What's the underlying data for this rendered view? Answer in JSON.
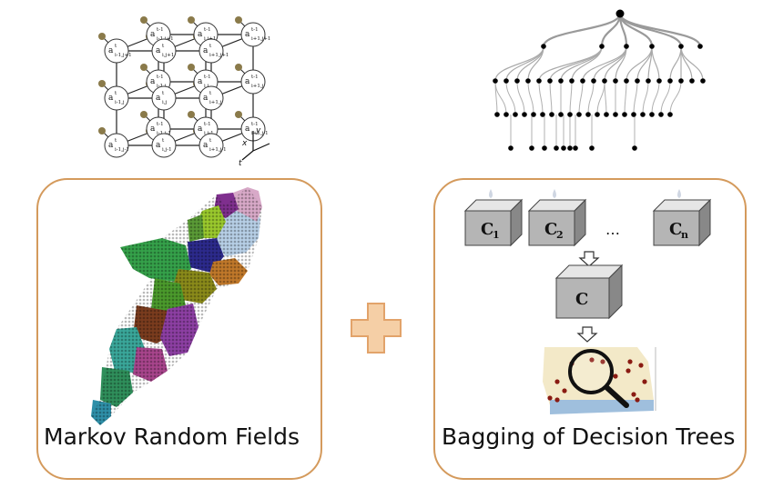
{
  "left": {
    "caption": "Markov Random Fields",
    "lattice_axes": {
      "y": "y",
      "x": "x",
      "t": "t"
    },
    "lattice_nodes": [
      {
        "base": "a",
        "sup": "t-1",
        "sub": "i-1,j+1"
      },
      {
        "base": "a",
        "sup": "t-1",
        "sub": "i,j+1"
      },
      {
        "base": "a",
        "sup": "t-1",
        "sub": "i+1,j+1"
      },
      {
        "base": "a",
        "sup": "t",
        "sub": "i-1,j+1"
      },
      {
        "base": "a",
        "sup": "t",
        "sub": "i,j+1"
      },
      {
        "base": "a",
        "sup": "t",
        "sub": "i+1,j+1"
      },
      {
        "base": "a",
        "sup": "t-1",
        "sub": "i-1,j"
      },
      {
        "base": "a",
        "sup": "t-1",
        "sub": "i,j"
      },
      {
        "base": "a",
        "sup": "t-1",
        "sub": "i+1,j"
      },
      {
        "base": "a",
        "sup": "t",
        "sub": "i-1,j"
      },
      {
        "base": "a",
        "sup": "t",
        "sub": "i,j"
      },
      {
        "base": "a",
        "sup": "t",
        "sub": "i+1,j"
      },
      {
        "base": "a",
        "sup": "t-1",
        "sub": "i-1,j-1"
      },
      {
        "base": "a",
        "sup": "t-1",
        "sub": "i,j-1"
      },
      {
        "base": "a",
        "sup": "t-1",
        "sub": "i+1,j-1"
      },
      {
        "base": "a",
        "sup": "t",
        "sub": "i-1,j-1"
      },
      {
        "base": "a",
        "sup": "t",
        "sub": "i,j-1"
      },
      {
        "base": "a",
        "sup": "t",
        "sub": "i+1,j-1"
      }
    ]
  },
  "right": {
    "caption": "Bagging of Decision Trees",
    "classifiers": [
      {
        "base": "C",
        "sub": "1"
      },
      {
        "base": "C",
        "sub": "2"
      },
      {
        "base": "C",
        "sub": "n"
      }
    ],
    "ellipsis": "…",
    "combined": {
      "base": "C",
      "sub": ""
    }
  },
  "colors": {
    "panel_border": "#d49a5c",
    "plus_fill": "#f5cfa6",
    "plus_stroke": "#e2a36a",
    "cube_front": "#b5b5b5",
    "node_stub": "#8a7a4a"
  }
}
